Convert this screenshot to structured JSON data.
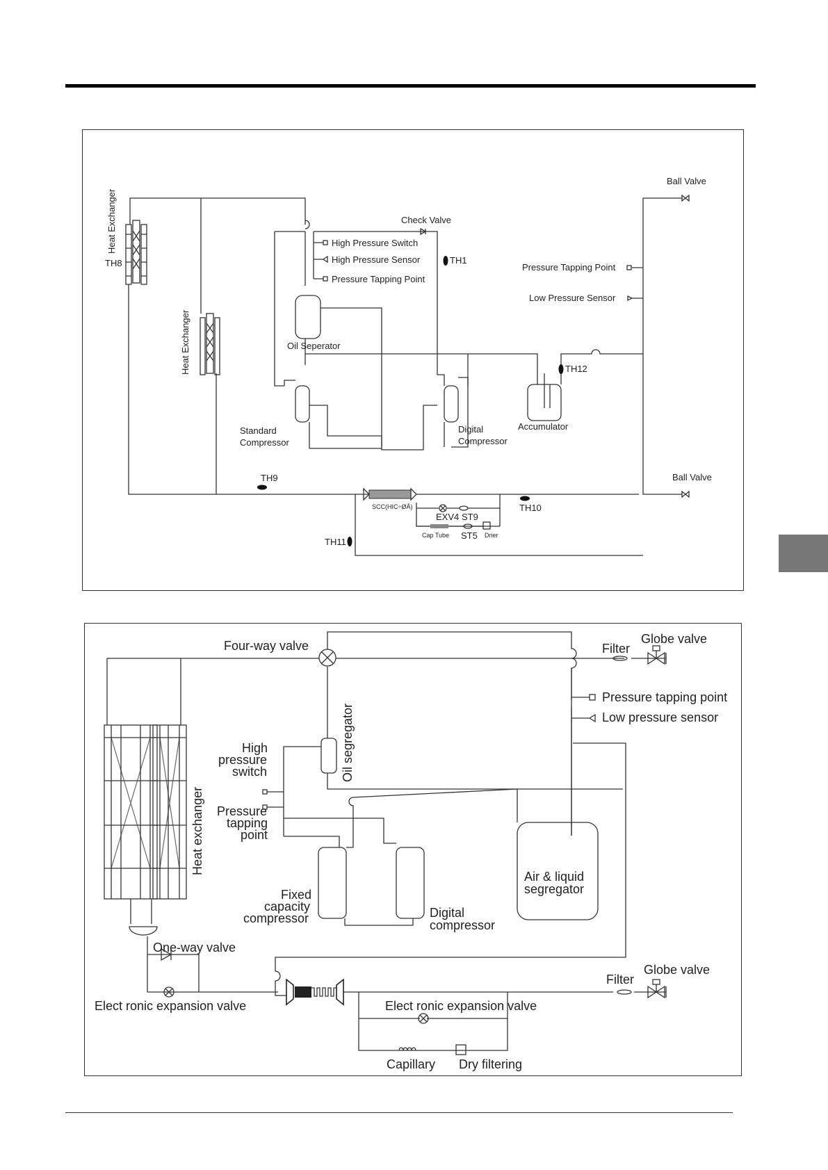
{
  "colors": {
    "line": "#333333",
    "tab": "#777777",
    "rule": "#000000"
  },
  "diagram1": {
    "labels": {
      "heat_exchanger_1": "Heat Exchanger",
      "heat_exchanger_2": "Heat Exchanger",
      "th8": "TH8",
      "ball_valve_top": "Ball Valve",
      "check_valve": "Check Valve",
      "high_pressure_switch": "High Pressure Switch",
      "high_pressure_sensor": "High Pressure Sensor",
      "pressure_tapping_point": "Pressure Tapping Point",
      "th1": "TH1",
      "pressure_tapping_point_right": "Pressure Tapping Point",
      "low_pressure_sensor": "Low Pressure Sensor",
      "oil_separator": "Oil Seperator",
      "th12": "TH12",
      "standard_compressor_1": "Standard",
      "standard_compressor_2": "Compressor",
      "digital_compressor_1": "Digital",
      "digital_compressor_2": "Compressor",
      "accumulator": "Accumulator",
      "th9": "TH9",
      "ball_valve_bottom": "Ball Valve",
      "scc": "SCC(HIC÷ØÅ)",
      "exv4": "EXV4",
      "st9": "ST9",
      "th10": "TH10",
      "cap_tube": "Cap Tube",
      "st5": "ST5",
      "drier": "Drier",
      "th11": "TH11"
    }
  },
  "diagram2": {
    "labels": {
      "four_way_valve": "Four-way valve",
      "filter_top": "Filter",
      "globe_valve_top": "Globe valve",
      "pressure_tapping_point": "Pressure tapping point",
      "low_pressure_sensor": "Low pressure sensor",
      "high_pressure_switch_1": "High",
      "high_pressure_switch_2": "pressure",
      "high_pressure_switch_3": "switch",
      "oil_segregator": "Oil segregator",
      "pressure_tapping_1": "Pressure",
      "pressure_tapping_2": "tapping",
      "pressure_tapping_3": "point",
      "heat_exchanger": "Heat exchanger",
      "air_liquid_1": "Air & liquid",
      "air_liquid_2": "segregator",
      "fixed_1": "Fixed",
      "fixed_2": "capacity",
      "fixed_3": "compressor",
      "digital_1": "Digital",
      "digital_2": "compressor",
      "one_way_valve": "One-way valve",
      "filter_bottom": "Filter",
      "globe_valve_bottom": "Globe valve",
      "eev_left": "Elect ronic expansion valve",
      "eev_right": "Elect ronic expansion valve",
      "capillary": "Capillary",
      "dry_filtering": "Dry filtering"
    }
  }
}
